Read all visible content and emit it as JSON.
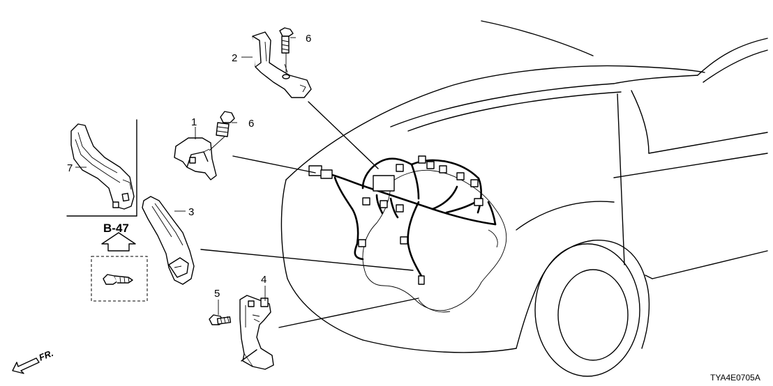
{
  "diagram": {
    "code": "TYA4E0705A",
    "reference": "B-47",
    "direction_label": "FR.",
    "callouts": [
      {
        "id": "c1",
        "label": "1"
      },
      {
        "id": "c2",
        "label": "2"
      },
      {
        "id": "c3",
        "label": "3"
      },
      {
        "id": "c4",
        "label": "4"
      },
      {
        "id": "c5",
        "label": "5"
      },
      {
        "id": "c6a",
        "label": "6"
      },
      {
        "id": "c6b",
        "label": "6"
      },
      {
        "id": "c7",
        "label": "7"
      }
    ]
  }
}
